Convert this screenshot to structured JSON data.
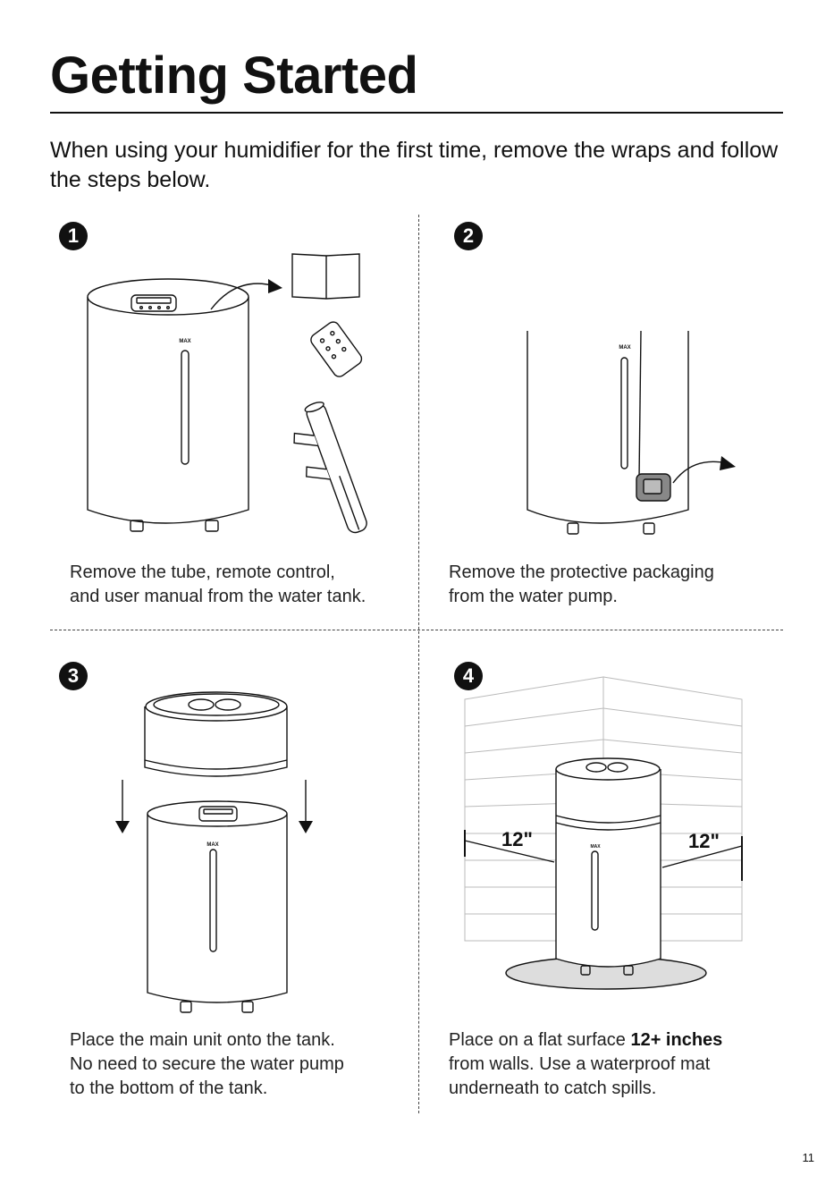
{
  "page": {
    "title": "Getting Started",
    "intro": "When using your humidifier for the first time, remove the wraps and follow the steps below.",
    "page_number": "11"
  },
  "steps": [
    {
      "number": "1",
      "caption_line1": "Remove the tube, remote control,",
      "caption_line2": "and user manual from the water tank."
    },
    {
      "number": "2",
      "caption_line1": "Remove the protective packaging",
      "caption_line2": "from the water pump."
    },
    {
      "number": "3",
      "caption_line1": "Place the main unit onto the tank.",
      "caption_line2": "No need to secure the water pump",
      "caption_line3": "to the bottom of the tank."
    },
    {
      "number": "4",
      "caption_pre": "Place on a flat surface ",
      "caption_bold": "12+ inches",
      "caption_line2": "from walls. Use a waterproof mat",
      "caption_line3": "underneath to catch spills."
    }
  ],
  "illustration_labels": {
    "max": "MAX",
    "distance_left": "12\"",
    "distance_right": "12\""
  }
}
